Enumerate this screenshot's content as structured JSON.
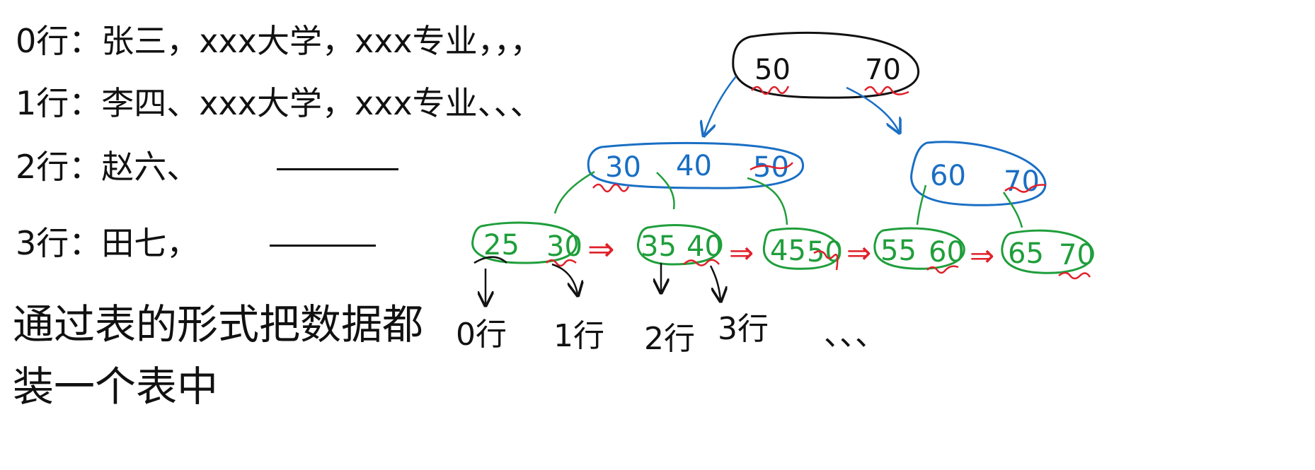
{
  "rows": [
    {
      "label": "0行：",
      "text": "张三，xxx大学，xxx专业，，，"
    },
    {
      "label": "1行：",
      "text": "李四、xxx大学，xxx专业、、、"
    },
    {
      "label": "2行：",
      "text": "赵六、"
    },
    {
      "label": "3行：",
      "text": "田七，"
    }
  ],
  "summary": {
    "line1": "通过表的形式把数据都",
    "line2": "装一个表中"
  },
  "tree": {
    "root": {
      "keys": [
        "50",
        "70"
      ]
    },
    "level1": [
      {
        "keys": [
          "30",
          "40",
          "50"
        ]
      },
      {
        "keys": [
          "60",
          "70"
        ]
      }
    ],
    "leaves": [
      {
        "keys": [
          "25",
          "30"
        ]
      },
      {
        "keys": [
          "35",
          "40"
        ]
      },
      {
        "keys": [
          "45",
          "50"
        ]
      },
      {
        "keys": [
          "55",
          "60"
        ]
      },
      {
        "keys": [
          "65",
          "70"
        ]
      }
    ],
    "leaf_arrow": "⇒",
    "row_labels": [
      "0行",
      "1行",
      "2行",
      "3行",
      "、、、"
    ]
  },
  "colors": {
    "ink": "#111111",
    "root": "#111111",
    "internal": "#1a6fc4",
    "leaf": "#1f9e3b",
    "link": "#e0202a"
  }
}
